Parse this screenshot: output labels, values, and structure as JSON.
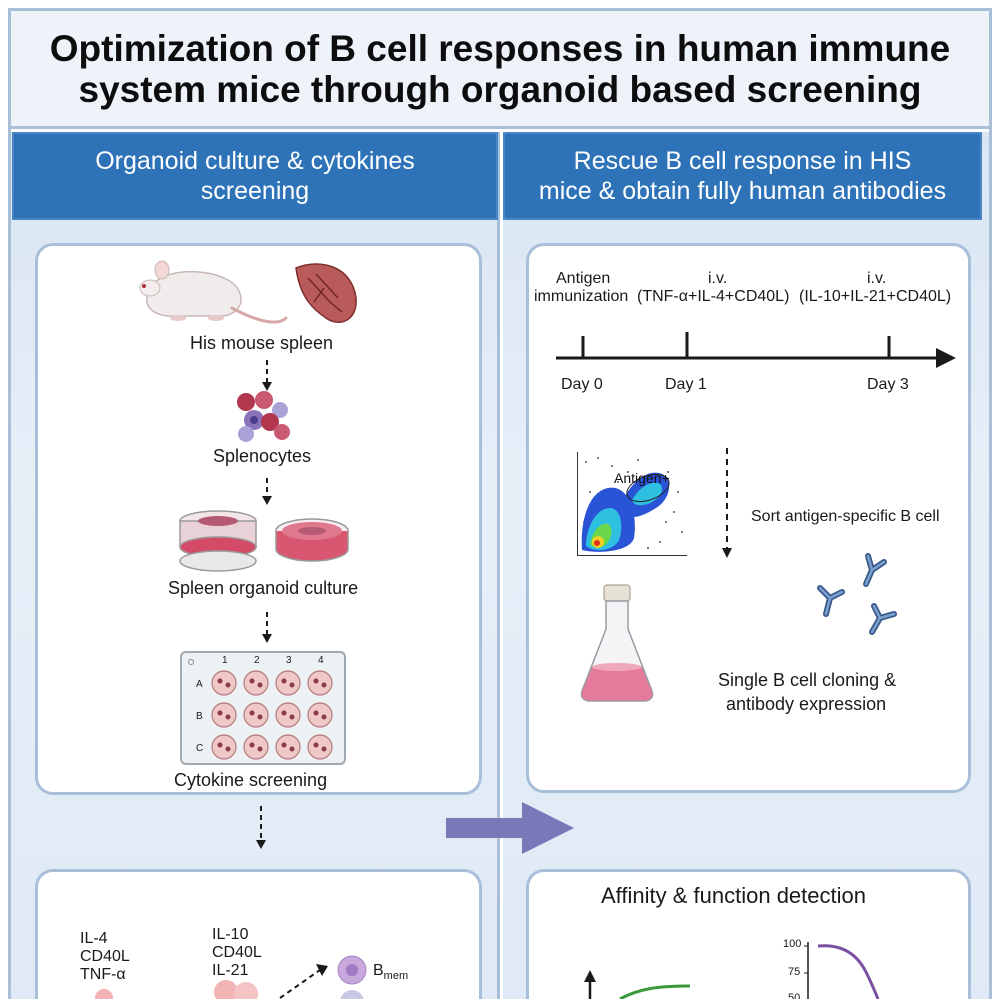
{
  "title": {
    "line1": "Optimization of B cell responses in human immune",
    "line2": "system mice through organoid based screening"
  },
  "left_header": {
    "line1": "Organoid culture & cytokines",
    "line2": "screening"
  },
  "right_header": {
    "line1": "Rescue B cell response in  HIS",
    "line2": "mice & obtain fully human antibodies"
  },
  "left_steps": {
    "spleen": "His mouse spleen",
    "splenocytes": "Splenocytes",
    "organoid": "Spleen organoid culture",
    "screening": "Cytokine screening"
  },
  "plate": {
    "columns": [
      "1",
      "2",
      "3",
      "4"
    ],
    "rows": [
      "A",
      "B",
      "C"
    ]
  },
  "timeline": {
    "antigen_line1": "Antigen",
    "antigen_line2": "immunization",
    "iv1": "i.v.",
    "iv1_mix": "(TNF-α+IL-4+CD40L)",
    "iv2": "i.v.",
    "iv2_mix": "(IL-10+IL-21+CD40L)",
    "days": [
      "Day 0",
      "Day 1",
      "Day 3"
    ]
  },
  "sort": {
    "gate_label": "Antigen+",
    "text": "Sort antigen-specific B cell"
  },
  "cloning": {
    "line1": "Single B cell cloning &",
    "line2": "antibody expression"
  },
  "bottom_left": {
    "cytokines_a": [
      "IL-4",
      "CD40L",
      "TNF-α"
    ],
    "cytokines_b": [
      "IL-10",
      "CD40L",
      "IL-21"
    ],
    "bmem": "B",
    "bmem_sub": "mem"
  },
  "bottom_right": {
    "title": "Affinity & function detection",
    "yticks": [
      "100",
      "75",
      "50"
    ]
  },
  "colors": {
    "header_blue": "#2e73b8",
    "border_blue": "#a8bfd9",
    "arrow_purple": "#7a78b8",
    "curve_purple": "#7b4fa0",
    "curve_green": "#3a9a3a"
  }
}
